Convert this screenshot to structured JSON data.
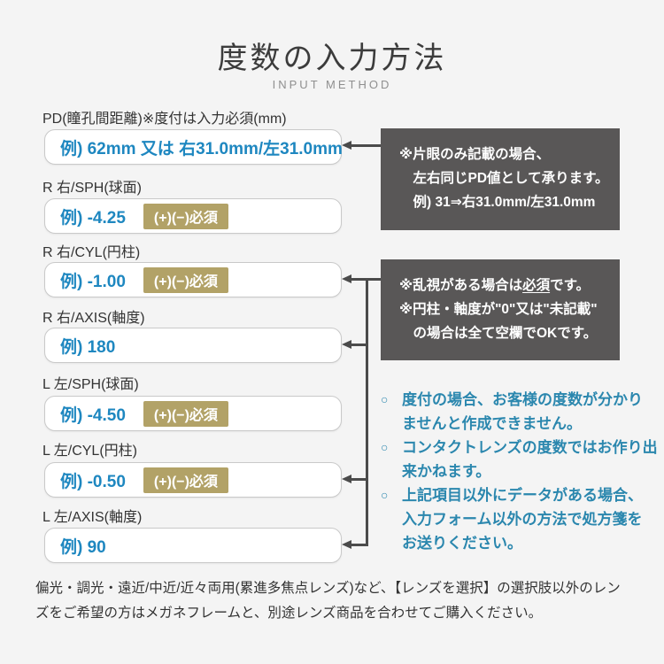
{
  "page": {
    "title": "度数の入力方法",
    "subtitle": "INPUT METHOD"
  },
  "ui": {
    "bullet_glyph": "○"
  },
  "colors": {
    "background": "#f4f4f4",
    "accent_blue": "#1e87c0",
    "badge_khaki": "#b2a267",
    "note_gray": "#595757",
    "bullet_teal": "#2b87ae",
    "arrow_gray": "#4b4b4b"
  },
  "form": {
    "fields": [
      {
        "label": "PD(瞳孔間距離)※度付は入力必須(mm)",
        "example": "例) 62mm 又は 右31.0mm/左31.0mm",
        "badge": ""
      },
      {
        "label": "R 右/SPH(球面)",
        "example": "例) -4.25",
        "badge": "(+)(−)必須"
      },
      {
        "label": "R 右/CYL(円柱)",
        "example": "例) -1.00",
        "badge": "(+)(−)必須"
      },
      {
        "label": "R 右/AXIS(軸度)",
        "example": "例) 180",
        "badge": ""
      },
      {
        "label": "L 左/SPH(球面)",
        "example": "例) -4.50",
        "badge": "(+)(−)必須"
      },
      {
        "label": "L 左/CYL(円柱)",
        "example": "例) -0.50",
        "badge": "(+)(−)必須"
      },
      {
        "label": "L 左/AXIS(軸度)",
        "example": "例) 90",
        "badge": ""
      }
    ]
  },
  "notes": {
    "pd_note": {
      "lines": [
        "※片眼のみ記載の場合、",
        "　左右同じPD値として承ります。",
        "　例) 31⇒右31.0mm/左31.0mm"
      ]
    },
    "cyl_note": {
      "line1_prefix": "※乱視がある場合は",
      "line1_underlined": "必須",
      "line1_suffix": "です。",
      "line2": "※円柱・軸度が\"0\"又は\"未記載\"",
      "line3": "　の場合は全て空欄でOKです。"
    }
  },
  "bullets": [
    {
      "lines": [
        "度付の場合、お客様の度数が分かり",
        "ませんと作成できません。"
      ]
    },
    {
      "lines": [
        "コンタクトレンズの度数ではお作り出",
        "来かねます。"
      ]
    },
    {
      "lines": [
        "上記項目以外にデータがある場合、",
        "入力フォーム以外の方法で処方箋を",
        "お送りください。"
      ]
    }
  ],
  "footer": {
    "lines": [
      "偏光・調光・遠近/中近/近々両用(累進多焦点レンズ)など、【レンズを選択】の選択肢以外のレン",
      "ズをご希望の方はメガネフレームと、別途レンズ商品を合わせてご購入ください。"
    ]
  }
}
